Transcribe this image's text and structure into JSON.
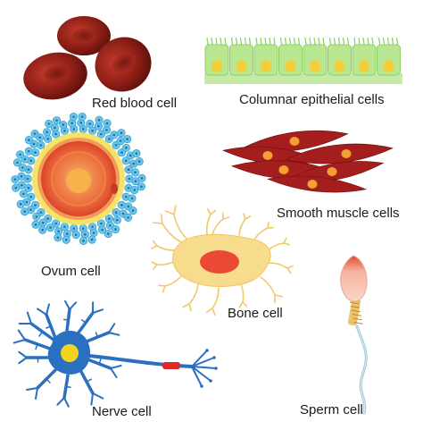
{
  "cells": [
    {
      "id": "red-blood-cell",
      "label": "Red blood cell"
    },
    {
      "id": "columnar-epithelial-cells",
      "label": "Columnar epithelial cells"
    },
    {
      "id": "ovum-cell",
      "label": "Ovum cell"
    },
    {
      "id": "smooth-muscle-cells",
      "label": "Smooth muscle cells"
    },
    {
      "id": "bone-cell",
      "label": "Bone cell"
    },
    {
      "id": "nerve-cell",
      "label": "Nerve cell"
    },
    {
      "id": "sperm-cell",
      "label": "Sperm cell"
    }
  ],
  "colors": {
    "rbc": "#8e1f17",
    "epithelial": "#b5e58b",
    "ovum_outer": "#5bbfe6",
    "ovum_core": "#e85a2a",
    "muscle": "#a11c1c",
    "muscle_nucleus": "#f4a030",
    "bone": "#f7d98a",
    "nerve": "#2a6fc0",
    "sperm_head": "#f2a58e"
  }
}
